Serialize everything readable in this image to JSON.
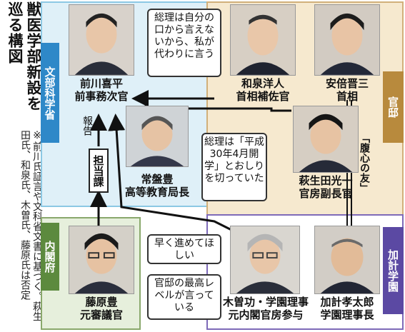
{
  "title": "獣医学部新設を巡る構図",
  "note": "※前川氏証言や文科省文書に基づく。萩生田氏、和泉氏、木曽氏、藤原氏は否定",
  "zones": {
    "mext": "文部科学省",
    "kantei": "官邸",
    "cabinet": "内閣府",
    "kake": "加計学園"
  },
  "people": {
    "maekawa": {
      "name": "前川喜平",
      "role": "前事務次官"
    },
    "tokiwa": {
      "name": "常盤豊",
      "role": "高等教育局長"
    },
    "izumi": {
      "name": "和泉洋人",
      "role": "首相補佐官"
    },
    "abe": {
      "name": "安倍晋三",
      "role": "首相"
    },
    "hagiuda": {
      "name": "萩生田光一",
      "role": "官房副長官"
    },
    "fujiwara": {
      "name": "藤原豊",
      "role": "元審議官"
    },
    "kiso": {
      "name": "木曽功・学園理事",
      "role": "元内閣官房参与"
    },
    "kake": {
      "name": "加計孝太郎",
      "role": "学園理事長"
    }
  },
  "quotes": {
    "izumi": "総理は自分の口から言えないから、私が代わりに言う",
    "hagiuda": "総理は「平成30年4月開学」とおしりを切っていた",
    "kiso": "早く進めてほしい",
    "fujiwara": "官邸の最高レベルが言っている"
  },
  "labels": {
    "report": "報告",
    "tantouka": "担当課",
    "friend": "「腹心の友」"
  }
}
